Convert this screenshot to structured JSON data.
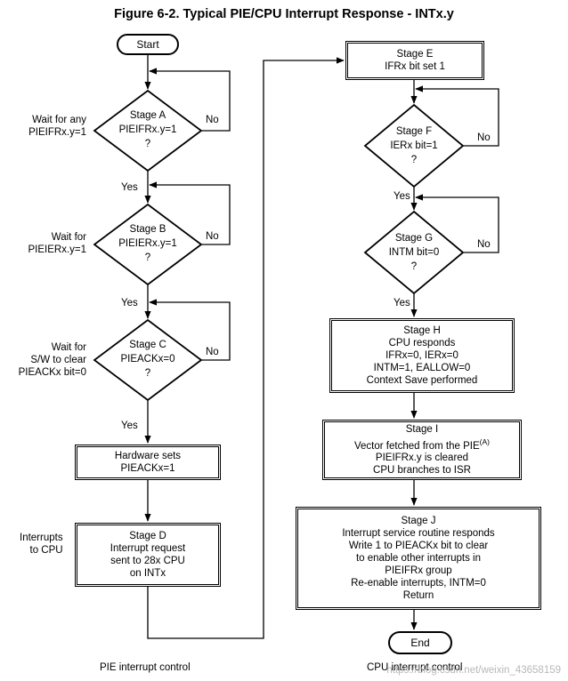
{
  "title": "Figure 6-2. Typical PIE/CPU Interrupt Response - INTx.y",
  "left": {
    "start": "Start",
    "stage_a": {
      "name": "Stage A",
      "cond": "PIEIFRx.y=1",
      "q": "?",
      "side": [
        "Wait for any",
        "PIEIFRx.y=1"
      ]
    },
    "stage_b": {
      "name": "Stage B",
      "cond": "PIEIERx.y=1",
      "q": "?",
      "side": [
        "Wait for",
        "PIEIERx.y=1"
      ]
    },
    "stage_c": {
      "name": "Stage C",
      "cond": "PIEACKx=0",
      "q": "?",
      "side": [
        "Wait for",
        "S/W to clear",
        "PIEACKx bit=0"
      ]
    },
    "hw": [
      "Hardware sets",
      "PIEACKx=1"
    ],
    "stage_d": {
      "lines": [
        "Stage D",
        "Interrupt request",
        "sent to 28x CPU",
        "on INTx"
      ],
      "side": [
        "Interrupts",
        "to CPU"
      ]
    },
    "footer": "PIE interrupt control"
  },
  "right": {
    "stage_e": [
      "Stage E",
      "IFRx bit set 1"
    ],
    "stage_f": {
      "name": "Stage F",
      "cond": "IERx bit=1",
      "q": "?"
    },
    "stage_g": {
      "name": "Stage G",
      "cond": "INTM bit=0",
      "q": "?"
    },
    "stage_h": [
      "Stage H",
      "CPU responds",
      "IFRx=0, IERx=0",
      "INTM=1, EALLOW=0",
      "Context Save performed"
    ],
    "stage_i": {
      "l1": "Stage I",
      "l2": "Vector fetched from the PIE",
      "l2_sup": "(A)",
      "l3": "PIEIFRx.y is cleared",
      "l4": "CPU branches to ISR"
    },
    "stage_j": [
      "Stage J",
      "Interrupt service routine responds",
      "Write 1 to PIEACKx bit to clear",
      "to enable other interrupts in",
      "PIEIFRx group",
      "Re-enable interrupts, INTM=0",
      "Return"
    ],
    "end": "End",
    "footer": "CPU interrupt control"
  },
  "labels": {
    "yes": "Yes",
    "no": "No"
  },
  "watermark": "https://blog.csdn.net/weixin_43658159"
}
